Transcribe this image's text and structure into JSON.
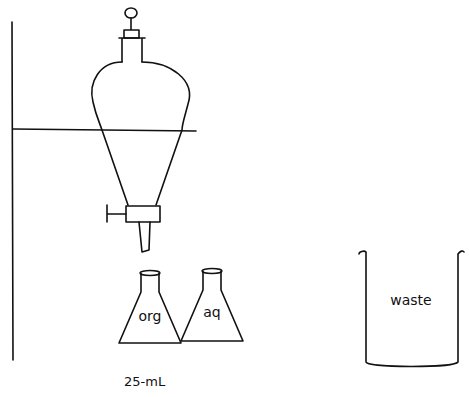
{
  "diagram": {
    "nodes": [
      {
        "text": [
          "org"
        ]
      },
      {
        "text": [
          "aq"
        ]
      },
      {
        "text": [
          "waste"
        ]
      }
    ],
    "labels": [
      "25-mL"
    ]
  }
}
